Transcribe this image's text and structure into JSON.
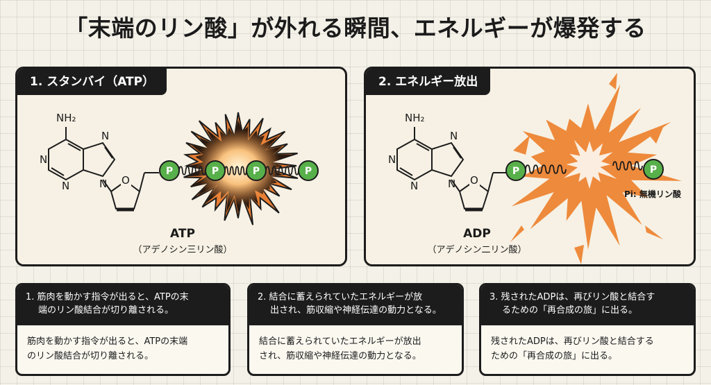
{
  "title": "「末端のリン酸」が外れる瞬間、エネルギーが爆発する",
  "panels": [
    {
      "tab": "1. スタンバイ（ATP）",
      "atom_labels": {
        "nh2": "NH₂",
        "n": "N",
        "o": "O"
      },
      "phosphate_label": "P",
      "molecule_name": "ATP",
      "molecule_full": "（アデノシン三リン酸）"
    },
    {
      "tab": "2. エネルギー放出",
      "atom_labels": {
        "nh2": "NH₂",
        "n": "N",
        "o": "O"
      },
      "phosphate_label": "P",
      "molecule_name": "ADP",
      "molecule_full": "（アデノシン二リン酸）",
      "pi_label": "Pi: 無機リン酸"
    }
  ],
  "cards": [
    {
      "heading_line1": "1. 筋肉を動かす指令が出ると、ATPの末",
      "heading_line2": "端のリン酸結合が切り離される。",
      "body_line1": "筋肉を動かす指令が出ると、ATPの末端",
      "body_line2": "のリン酸結合が切り離される。"
    },
    {
      "heading_line1": "2. 結合に蓄えられていたエネルギーが放",
      "heading_line2": "出され、筋収縮や神経伝達の動力となる。",
      "body_line1": "結合に蓄えられていたエネルギーが放出",
      "body_line2": "され、筋収縮や神経伝達の動力となる。"
    },
    {
      "heading_line1": "3. 残されたADPは、再びリン酸と結合す",
      "heading_line2": "るための「再合成の旅」に出る。",
      "body_line1": "残されたADPは、再びリン酸と結合する",
      "body_line2": "ための「再合成の旅」に出る。"
    }
  ],
  "colors": {
    "phosphate_green": "#58b04a",
    "explosion_orange": "#ee8a3c",
    "panel_dark": "#1c1c1c",
    "background": "#f4f1e8"
  }
}
